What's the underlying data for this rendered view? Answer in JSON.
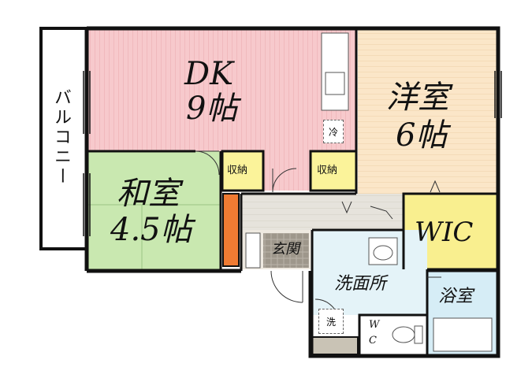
{
  "rooms": {
    "dk": {
      "name": "DK",
      "size": "9帖"
    },
    "western": {
      "name": "洋室",
      "size": "6帖"
    },
    "japanese": {
      "name": "和室",
      "size": "4.5帖"
    },
    "wic": {
      "name": "WIC"
    },
    "washroom": {
      "name": "洗面所"
    },
    "bath": {
      "name": "浴室"
    },
    "entrance": {
      "name": "玄関"
    },
    "storage_left": {
      "name": "収納"
    },
    "storage_right": {
      "name": "収納"
    },
    "toilet": {
      "line1": "W",
      "line2": "C"
    },
    "balcony": {
      "name": "バルコニー"
    }
  },
  "fixtures": {
    "fridge": "冷",
    "washer": "洗"
  },
  "colors": {
    "dk_floor": "#f7c9cc",
    "western_floor": "#fbe6c8",
    "japanese_floor": "#c9e8b0",
    "storage": "#fbf39a",
    "wic": "#f9ef8f",
    "bath": "#d6edf6",
    "washroom": "#e4f3f8",
    "corridor": "#e6e3dc",
    "accent": "#ef7b33",
    "wall": "#111111"
  }
}
